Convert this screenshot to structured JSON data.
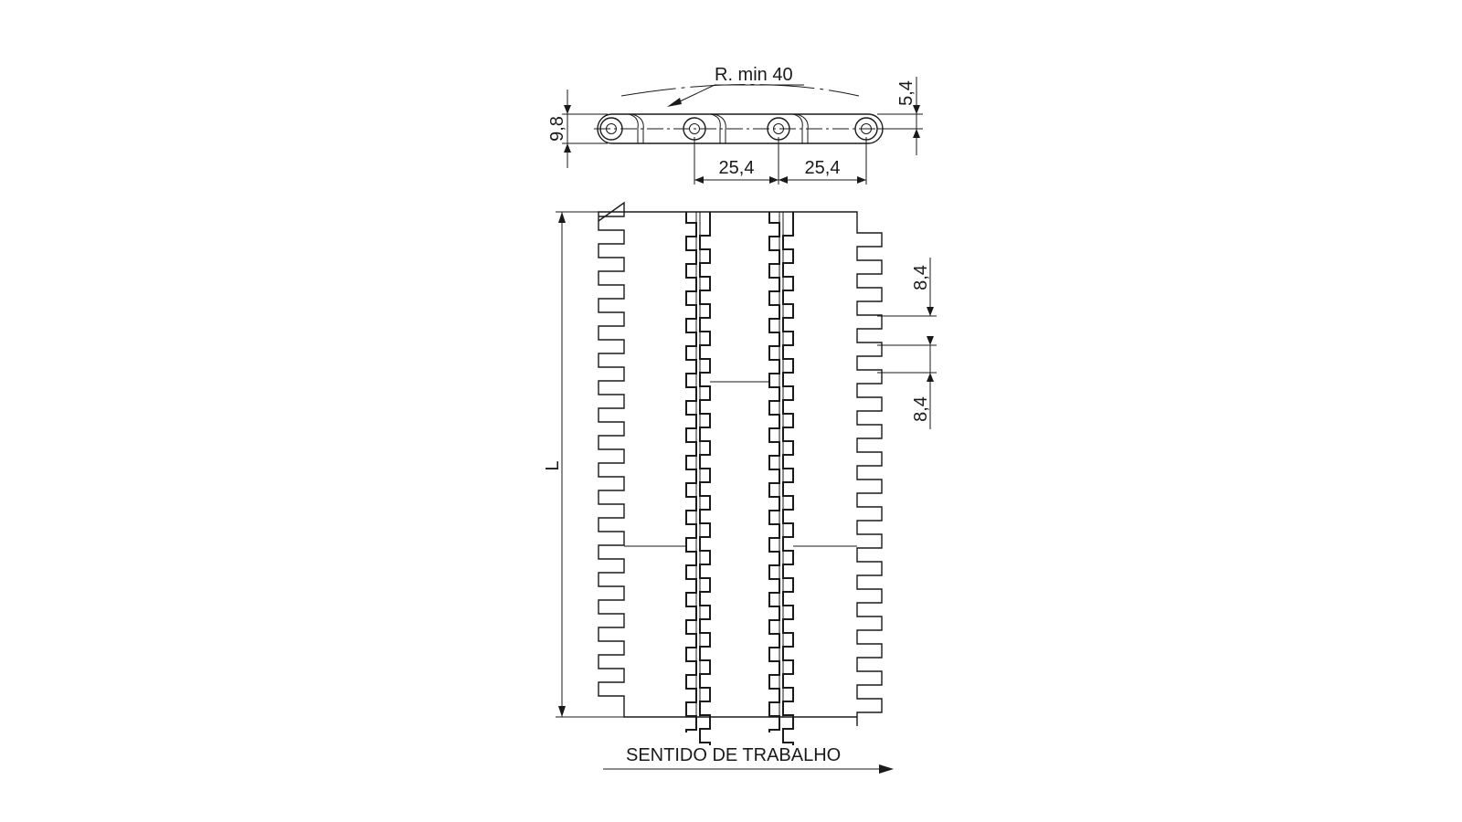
{
  "labels": {
    "radius": "R. min 40",
    "thickness_top": "5,4",
    "height": "9,8",
    "pitch_left": "25,4",
    "pitch_right": "25,4",
    "finger_top": "8,4",
    "finger_bottom": "8,4",
    "length": "L",
    "direction": "SENTIDO DE TRABALHO"
  },
  "colors": {
    "line": "#1a1a1a",
    "background": "#ffffff"
  }
}
